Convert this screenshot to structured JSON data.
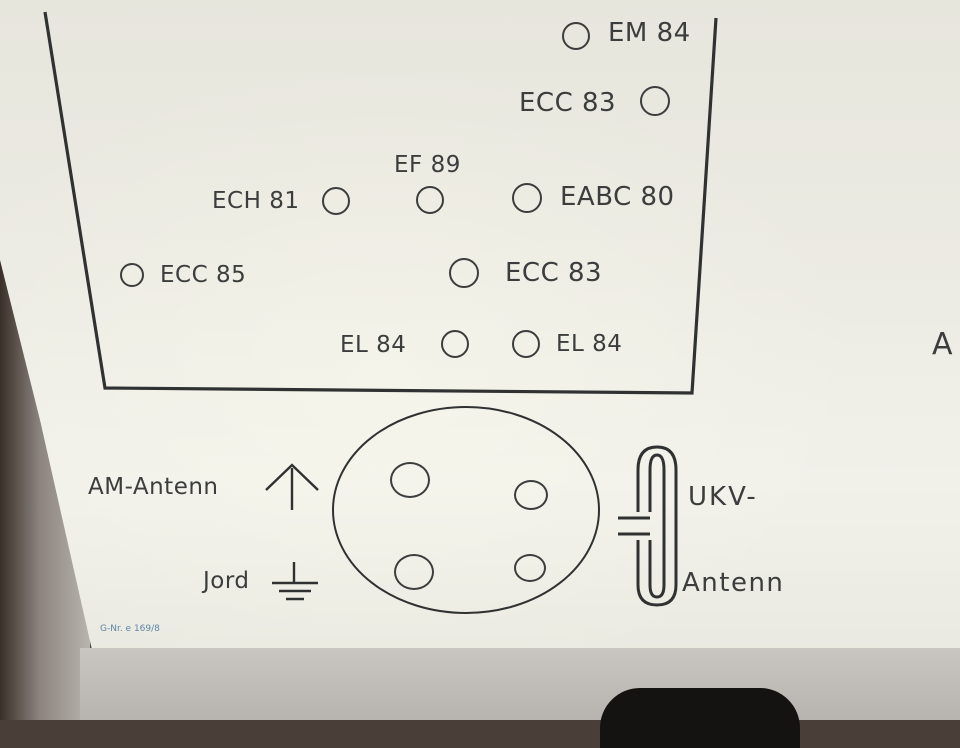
{
  "tubes": [
    {
      "id": "em84",
      "label": "EM 84"
    },
    {
      "id": "ecc83-top",
      "label": "ECC 83"
    },
    {
      "id": "ef89",
      "label": "EF 89"
    },
    {
      "id": "ech81",
      "label": "ECH 81"
    },
    {
      "id": "eabc80",
      "label": "EABC 80"
    },
    {
      "id": "ecc85",
      "label": "ECC 85"
    },
    {
      "id": "ecc83-mid",
      "label": "ECC 83"
    },
    {
      "id": "el84-left",
      "label": "EL 84"
    },
    {
      "id": "el84-right",
      "label": "EL 84"
    }
  ],
  "connector": {
    "am_antenna": "AM-Antenn",
    "ground": "Jord",
    "ukv_top": "UKV-",
    "ukv_bottom": "Antenn"
  },
  "edge_letter": "A",
  "footer_code": "G-Nr. e 169/8"
}
